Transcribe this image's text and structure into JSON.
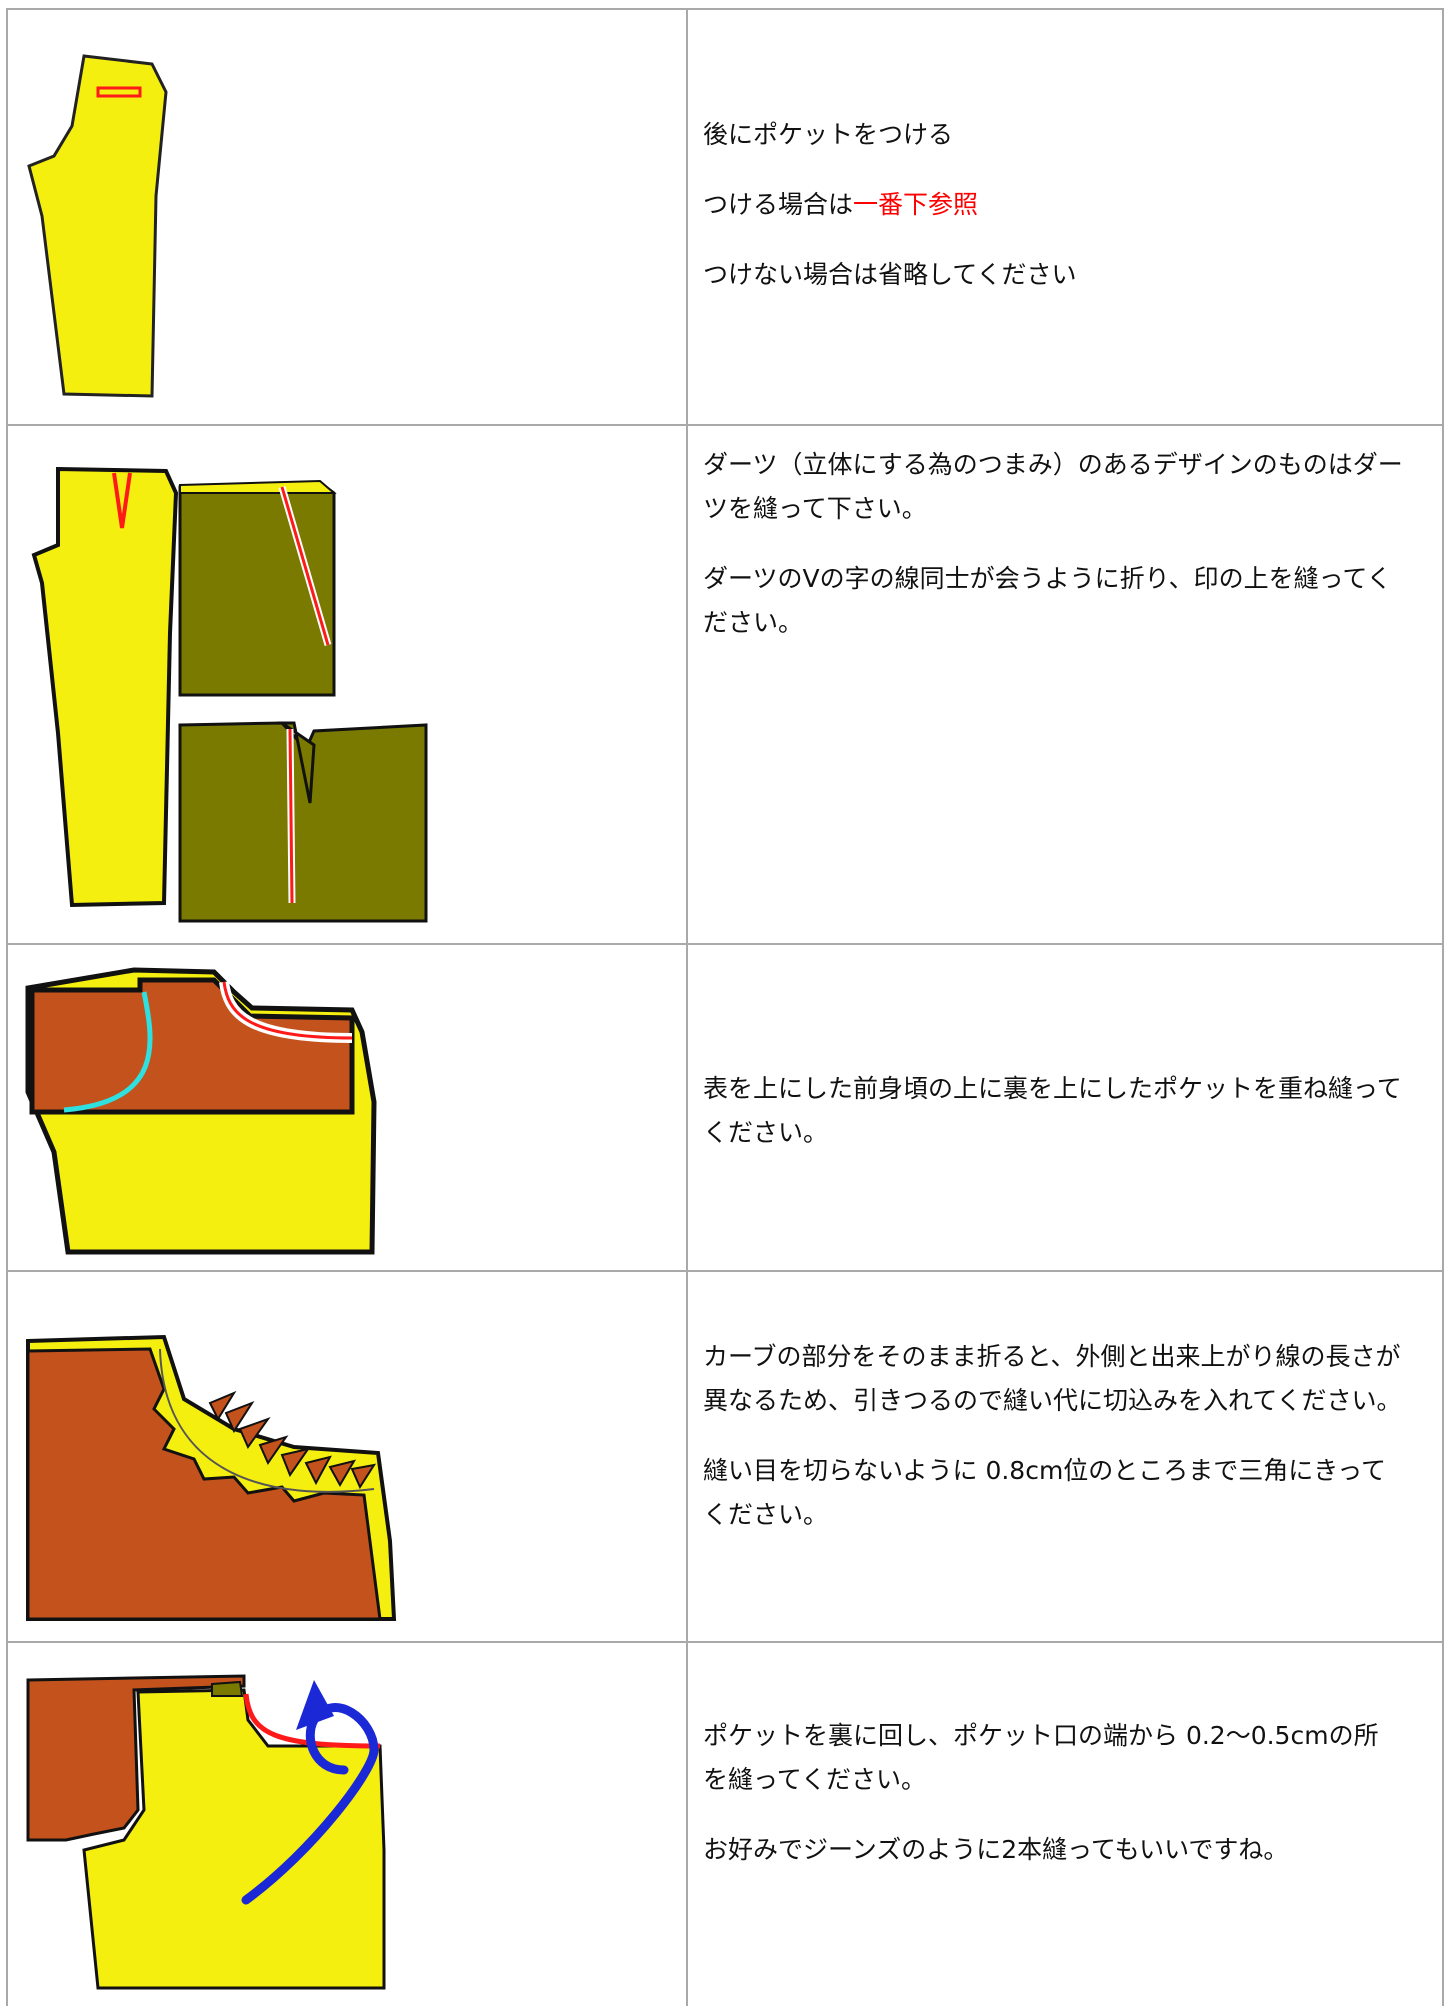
{
  "colors": {
    "yellow": "#f5ef10",
    "olive": "#7a7a00",
    "rust": "#c4521c",
    "stitch": "#ff1a1a",
    "pocket_seam": "#2ee0e0",
    "arrow": "#1a28d6",
    "highlight": "#ff0000",
    "border": "#a9a9a9"
  },
  "steps": [
    {
      "image": "back-pants-piece-with-pocket-mark",
      "lines": [
        {
          "text": "後にポケットをつける"
        },
        {
          "prefix": "つける場合は",
          "highlight": "一番下参照"
        },
        {
          "text": "つけない場合は省略してください"
        }
      ]
    },
    {
      "image": "dart-sewing-diagram",
      "lines": [
        {
          "text": "ダーツ（立体にする為のつまみ）のあるデザインのものはダーツを縫って下さい。"
        },
        {
          "text": "ダーツのVの字の線同士が会うように折り、印の上を縫ってください。"
        }
      ]
    },
    {
      "image": "pocket-overlay-diagram",
      "lines": [
        {
          "text": "表を上にした前身頃の上に裏を上にしたポケットを重ね縫ってください。"
        }
      ]
    },
    {
      "image": "curve-notching-diagram",
      "lines": [
        {
          "text": "カーブの部分をそのまま折ると、外側と出来上がり線の長さが異なるため、引きつるので縫い代に切込みを入れてください。"
        },
        {
          "text": "縫い目を切らないように 0.8cm位のところまで三角にきってください。"
        }
      ]
    },
    {
      "image": "pocket-turn-topstitch-diagram",
      "lines": [
        {
          "text": "ポケットを裏に回し、ポケット口の端から 0.2〜0.5cmの所を縫ってください。"
        },
        {
          "text": "お好みでジーンズのように2本縫ってもいいですね。"
        }
      ]
    }
  ]
}
